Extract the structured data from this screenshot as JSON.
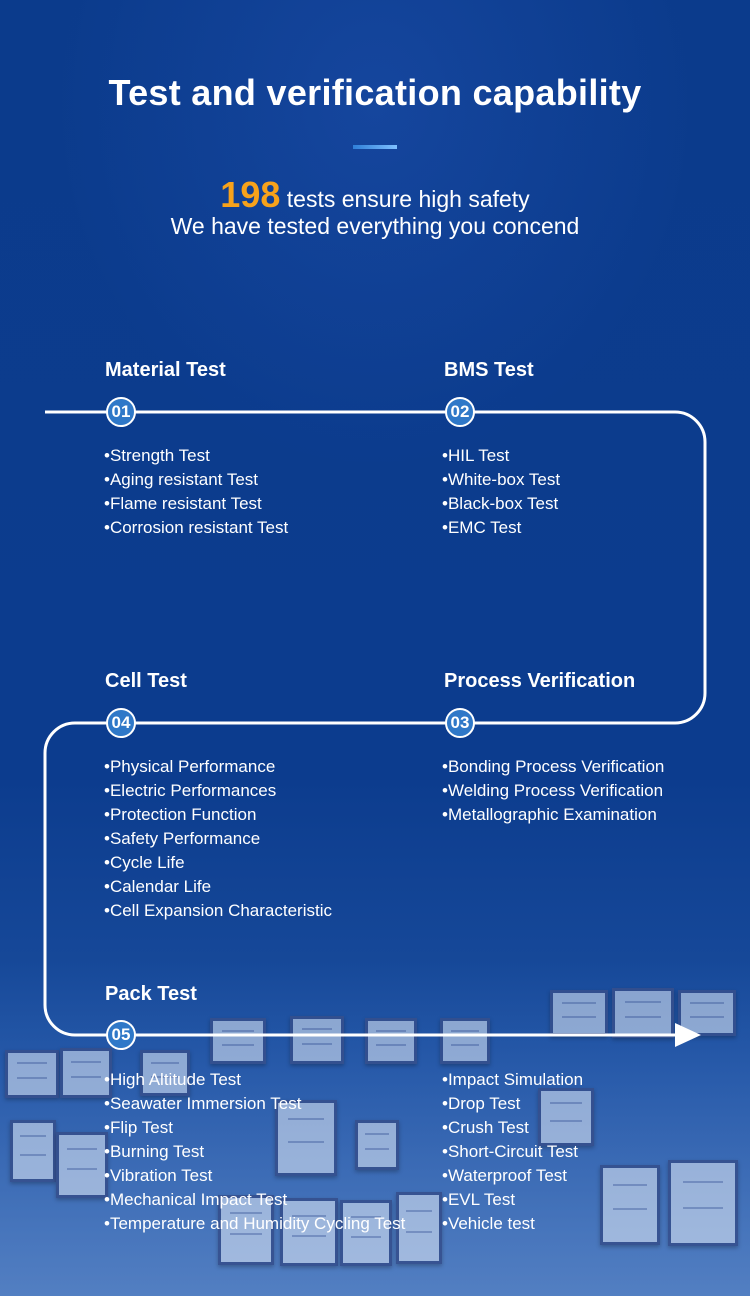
{
  "header": {
    "title": "Test and verification capability",
    "count": "198",
    "line1_rest": " tests ensure high safety",
    "line2": "We have tested everything you concend"
  },
  "colors": {
    "background": "#0b3b8c",
    "accent": "#f7a21b",
    "badge": "#2f78c8",
    "line": "#ffffff"
  },
  "sections": [
    {
      "number": "01",
      "title": "Material Test",
      "items": [
        "Strength Test",
        "Aging resistant Test",
        "Flame resistant Test",
        "Corrosion resistant Test"
      ]
    },
    {
      "number": "02",
      "title": "BMS Test",
      "items": [
        "HIL Test",
        "White-box Test",
        "Black-box Test",
        "EMC Test"
      ]
    },
    {
      "number": "03",
      "title": "Process Verification",
      "items": [
        "Bonding Process Verification",
        "Welding Process Verification",
        "Metallographic Examination"
      ]
    },
    {
      "number": "04",
      "title": "Cell Test",
      "items": [
        "Physical Performance",
        "Electric Performances",
        "Protection Function",
        "Safety Performance",
        "Cycle Life",
        "Calendar Life",
        "Cell Expansion Characteristic"
      ]
    },
    {
      "number": "05",
      "title": "Pack Test",
      "items": [
        "High Altitude Test",
        "Seawater Immersion Test",
        "Flip Test",
        "Burning Test",
        "Vibration Test",
        "Mechanical Impact Test",
        "Temperature and Humidity Cycling Test"
      ],
      "items_right": [
        "Impact Simulation",
        "Drop Test",
        "Crush Test",
        "Short-Circuit Test",
        "Waterproof Test",
        "EVL Test",
        "Vehicle test"
      ]
    }
  ]
}
